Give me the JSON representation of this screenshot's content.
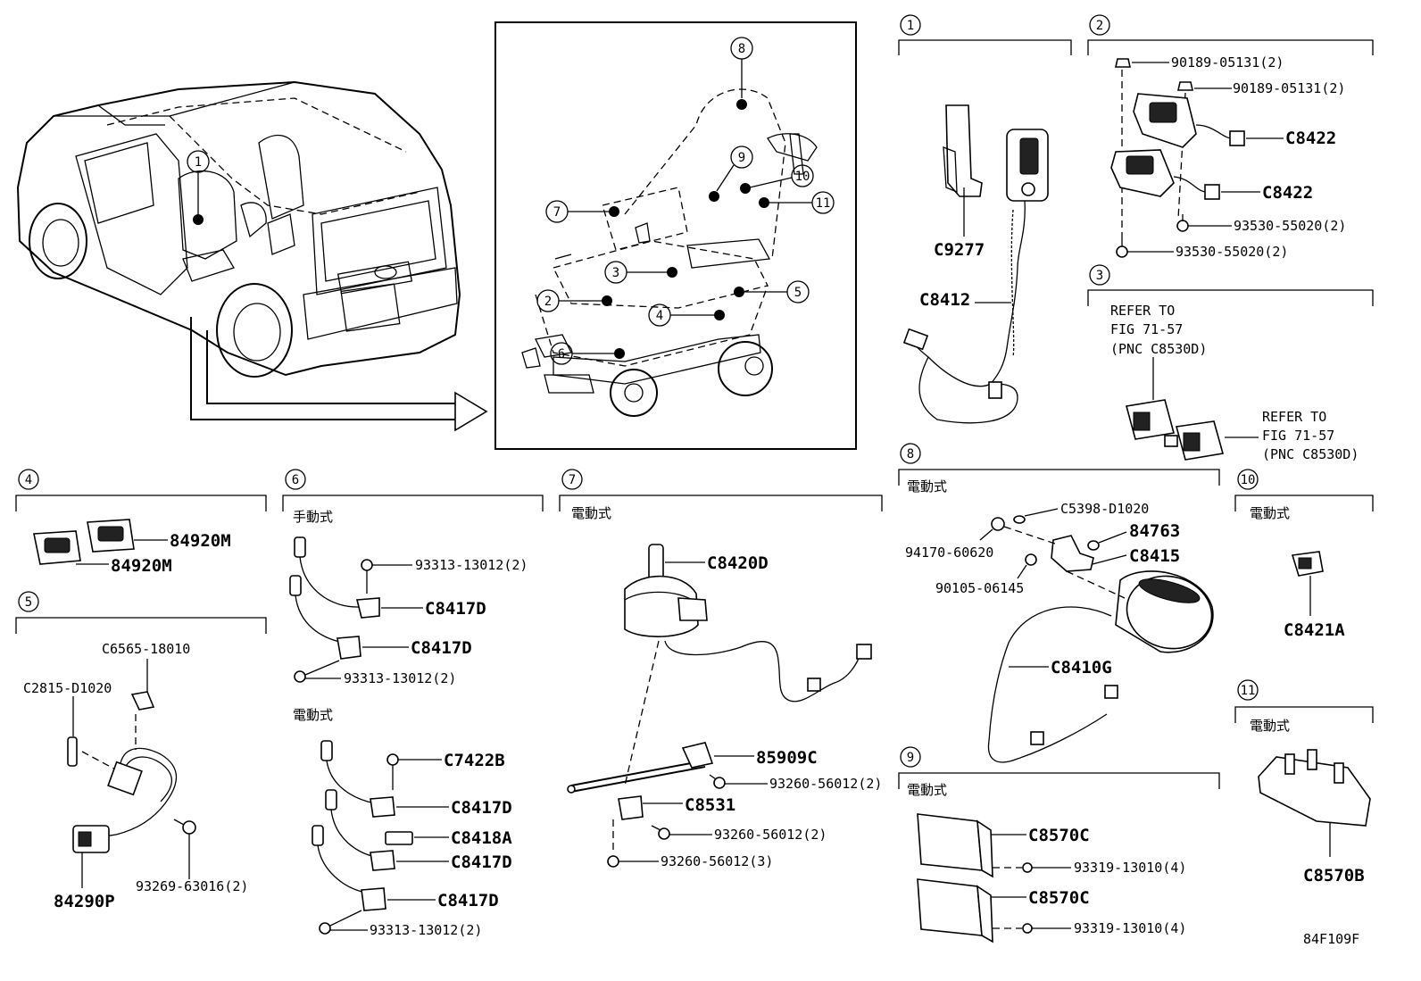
{
  "figure_code": "84F109F",
  "overview": {
    "vehicle_callouts": [
      "1"
    ],
    "seat_callouts": [
      "8",
      "9",
      "10",
      "11",
      "7",
      "3",
      "2",
      "4",
      "5",
      "6"
    ]
  },
  "sections": {
    "s1": {
      "num": "1",
      "parts": [
        "C9277",
        "C8412"
      ]
    },
    "s2": {
      "num": "2",
      "parts": [
        "90189-05131(2)",
        "90189-05131(2)",
        "C8422",
        "C8422",
        "93530-55020(2)",
        "93530-55020(2)"
      ]
    },
    "s3": {
      "num": "3",
      "ref1": [
        "REFER TO",
        "FIG 71-57",
        "(PNC C8530D)"
      ],
      "ref2": [
        "REFER TO",
        "FIG 71-57",
        "(PNC C8530D)"
      ]
    },
    "s4": {
      "num": "4",
      "parts": [
        "84920M",
        "84920M"
      ]
    },
    "s5": {
      "num": "5",
      "parts": [
        "C6565-18010",
        "C2815-D1020",
        "84290P",
        "93269-63016(2)"
      ]
    },
    "s6": {
      "num": "6",
      "manual_label": "手動式",
      "manual_parts": [
        "93313-13012(2)",
        "C8417D",
        "C8417D",
        "93313-13012(2)"
      ],
      "electric_label": "電動式",
      "electric_parts": [
        "C7422B",
        "C8417D",
        "C8418A",
        "C8417D",
        "C8417D",
        "93313-13012(2)"
      ]
    },
    "s7": {
      "num": "7",
      "label": "電動式",
      "parts": [
        "C8420D",
        "85909C",
        "93260-56012(2)",
        "C8531",
        "93260-56012(2)",
        "93260-56012(3)"
      ]
    },
    "s8": {
      "num": "8",
      "label": "電動式",
      "parts": [
        "C5398-D1020",
        "84763",
        "94170-60620",
        "C8415",
        "90105-06145",
        "C8410G"
      ]
    },
    "s9": {
      "num": "9",
      "label": "電動式",
      "parts": [
        "C8570C",
        "93319-13010(4)",
        "C8570C",
        "93319-13010(4)"
      ]
    },
    "s10": {
      "num": "10",
      "label": "電動式",
      "parts": [
        "C8421A"
      ]
    },
    "s11": {
      "num": "11",
      "label": "電動式",
      "parts": [
        "C8570B"
      ]
    }
  }
}
